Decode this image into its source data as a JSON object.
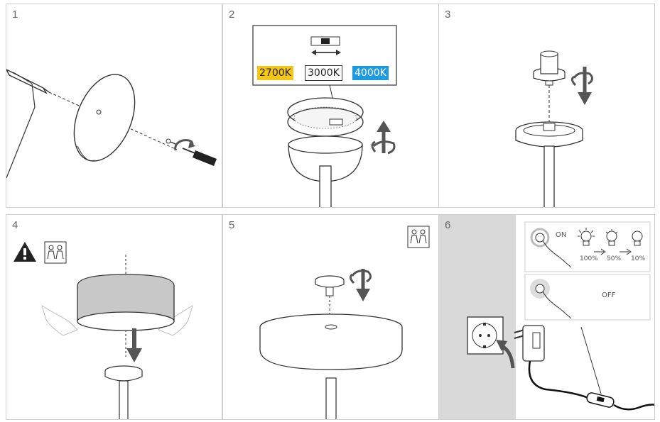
{
  "steps": [
    {
      "number": "1"
    },
    {
      "number": "2"
    },
    {
      "number": "3"
    },
    {
      "number": "4"
    },
    {
      "number": "5"
    },
    {
      "number": "6"
    }
  ],
  "color_temperatures": [
    {
      "label": "2700K",
      "color": "#f5c518"
    },
    {
      "label": "3000K",
      "color": "#ffffff"
    },
    {
      "label": "4000K",
      "color": "#1e9be0"
    }
  ],
  "switch": {
    "on_label": "ON",
    "off_label": "OFF",
    "dim_levels": [
      "100%",
      "50%",
      "10%"
    ]
  },
  "icons": [
    "warning-icon",
    "two-persons-icon",
    "rotate-arrow-icon",
    "screwdriver-icon",
    "bulb-icon",
    "power-socket-icon",
    "power-adapter-icon"
  ]
}
